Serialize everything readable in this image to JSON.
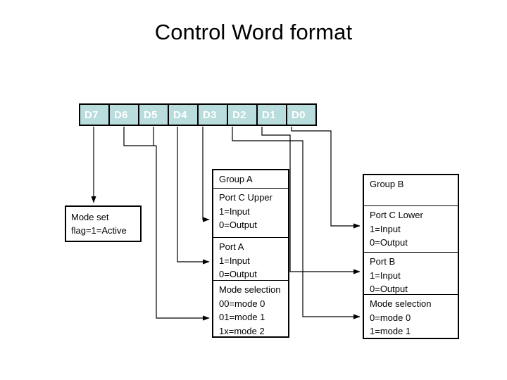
{
  "slide": {
    "title": "Control Word format",
    "bg_color": "#ffffff",
    "bit_fill_color": "#b9dcdc",
    "bit_text_color": "#ffffff",
    "line_color": "#000000"
  },
  "bit_strip": {
    "name": "control-word-bits",
    "bits": [
      {
        "label": "D7"
      },
      {
        "label": "D6"
      },
      {
        "label": "D5"
      },
      {
        "label": "D4"
      },
      {
        "label": "D3"
      },
      {
        "label": "D2"
      },
      {
        "label": "D1"
      },
      {
        "label": "D0"
      }
    ]
  },
  "mode_set_box": {
    "line1": "Mode set",
    "line2": "flag=1=Active"
  },
  "group_a": {
    "header": "Group A",
    "rows": [
      {
        "title": "Port C Upper",
        "line1": "1=Input",
        "line2": "0=Output"
      },
      {
        "title": "Port A",
        "line1": "1=Input",
        "line2": "0=Output"
      },
      {
        "title": "Mode selection",
        "line1": "00=mode 0",
        "line2": "01=mode 1",
        "line3": "1x=mode 2"
      }
    ]
  },
  "group_b": {
    "header": "Group B",
    "rows": [
      {
        "title": "Port C Lower",
        "line1": "1=Input",
        "line2": "0=Output"
      },
      {
        "title": "Port B",
        "line1": "1=Input",
        "line2": "0=Output"
      },
      {
        "title": "Mode selection",
        "line1": "0=mode 0",
        "line2": "1=mode 1"
      }
    ]
  },
  "connectors": [
    {
      "from": "D7",
      "to": "mode-set-box"
    },
    {
      "from": "D6",
      "to": "group-a-mode-selection"
    },
    {
      "from": "D5",
      "to": "group-a-mode-selection"
    },
    {
      "from": "D4",
      "to": "group-a-port-a"
    },
    {
      "from": "D3",
      "to": "group-a-port-c-upper"
    },
    {
      "from": "D2",
      "to": "group-b-mode-selection"
    },
    {
      "from": "D1",
      "to": "group-b-port-b"
    },
    {
      "from": "D0",
      "to": "group-b-port-c-lower"
    }
  ]
}
